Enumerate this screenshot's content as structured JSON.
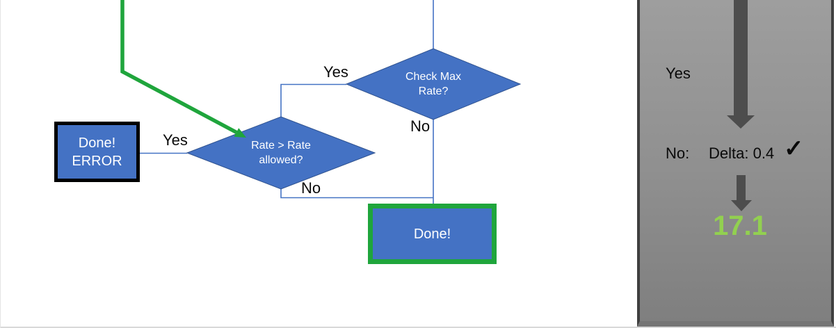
{
  "flowchart": {
    "nodes": {
      "check_max_rate": {
        "label": "Check Max\nRate?"
      },
      "rate_allowed": {
        "label": "Rate > Rate\nallowed?"
      },
      "done_error": {
        "label": "Done!\nERROR"
      },
      "done": {
        "label": "Done!"
      }
    },
    "edge_labels": {
      "check_max_yes": "Yes",
      "check_max_no": "No",
      "rate_allowed_yes": "Yes",
      "rate_allowed_no": "No"
    }
  },
  "sidebar": {
    "yes_label": "Yes",
    "no_label": "No:",
    "delta_value": "Delta: 0.4",
    "check_icon": "✓",
    "result_value": "17.1"
  },
  "colors": {
    "node_blue": "#4472C4",
    "node_border_blue": "#2F528F",
    "accent_green": "#1FA53C",
    "result_green": "#92D050",
    "panel_gray": "#8C8C8C",
    "panel_border": "#3F3F3F",
    "arrow_dark_gray": "#4D4D4D",
    "box_border_black": "#000000"
  }
}
